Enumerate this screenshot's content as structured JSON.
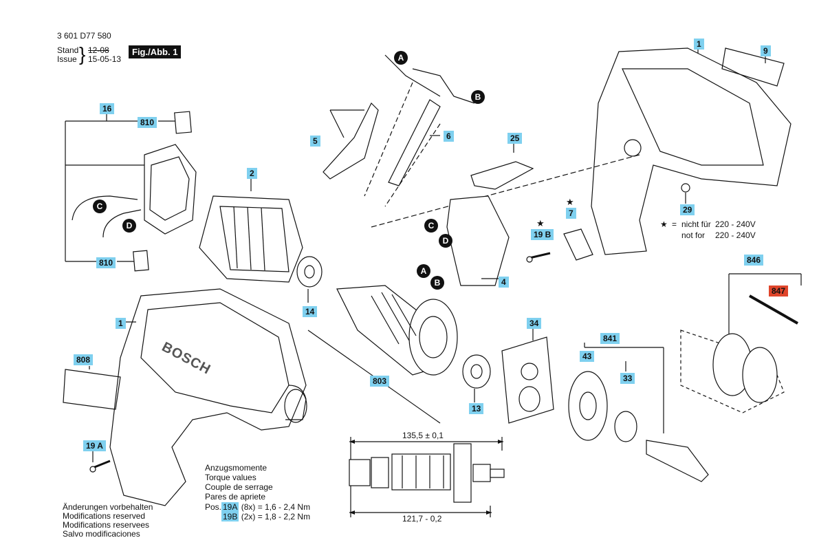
{
  "header": {
    "part_number": "3 601 D77 580",
    "stand_label": "Stand",
    "issue_label": "Issue",
    "stand_date": "12-08",
    "issue_date": "15-05-13",
    "figure": "Fig./Abb. 1"
  },
  "callouts": {
    "c16": "16",
    "c810a": "810",
    "c810b": "810",
    "c2": "2",
    "c5": "5",
    "c6": "6",
    "c25": "25",
    "c1a": "1",
    "c9": "9",
    "c29": "29",
    "c7": "7",
    "c19b": "19 B",
    "c4": "4",
    "c14": "14",
    "c803": "803",
    "c13": "13",
    "c34": "34",
    "c43": "43",
    "c841": "841",
    "c33": "33",
    "c846": "846",
    "c847": "847",
    "c1b": "1",
    "c808": "808",
    "c19a": "19 A"
  },
  "connectors": {
    "A": "A",
    "B": "B",
    "C": "C",
    "D": "D"
  },
  "note": {
    "star": "★",
    "eq": "=",
    "line1_label": "nicht für",
    "line1_value": "220 - 240V",
    "line2_label": "not for",
    "line2_value": "220 - 240V"
  },
  "dimensions": {
    "top": "135,5 ± 0,1",
    "bottom": "121,7 - 0,2"
  },
  "torque": {
    "lines": [
      "Anzugsmomente",
      "Torque values",
      "Couple de serrage",
      "Pares de apriete"
    ],
    "pos_label": "Pos.",
    "row1": {
      "pos": "19A",
      "rest": "(8x)  =  1,6  -  2,4 Nm"
    },
    "row2": {
      "pos": "19B",
      "rest": "(2x)  =  1,8  -  2,2 Nm"
    }
  },
  "modifications": [
    "Änderungen vorbehalten",
    "Modifications reserved",
    "Modifications reservees",
    "Salvo modificaciones"
  ],
  "brand_text": "BOSCH",
  "colors": {
    "callout_bg": "#7fd0ef",
    "highlight_red": "#e0452b"
  }
}
